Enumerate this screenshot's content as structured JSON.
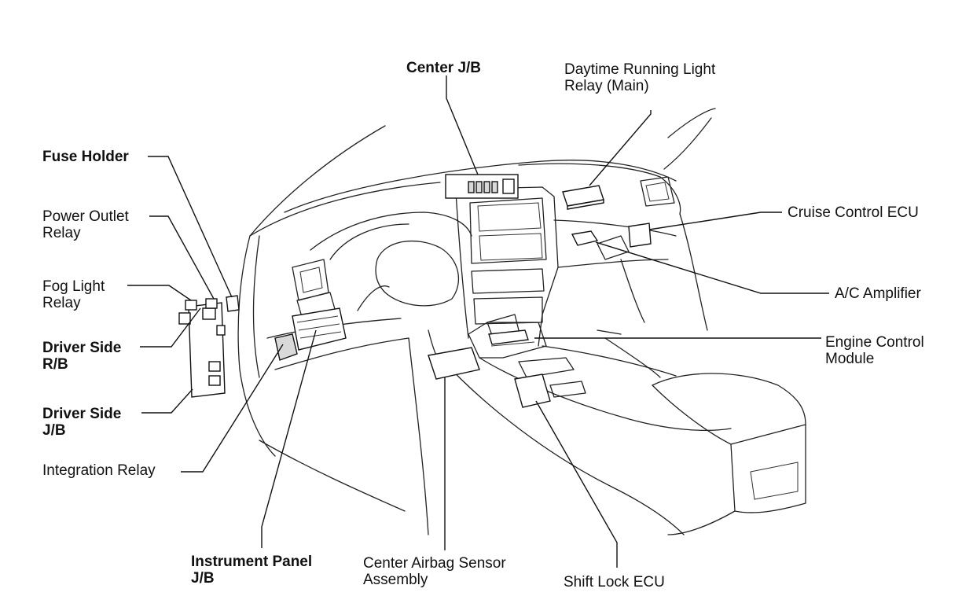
{
  "labels": {
    "center_jb": "Center J/B",
    "drl_relay_1": "Daytime Running Light",
    "drl_relay_2": "Relay (Main)",
    "fuse_holder": "Fuse Holder",
    "power_outlet_1": "Power Outlet",
    "power_outlet_2": "Relay",
    "cruise_ecu": "Cruise Control ECU",
    "fog_light_1": "Fog Light",
    "fog_light_2": "Relay",
    "ac_amp": "A/C Amplifier",
    "driver_rb_1": "Driver Side",
    "driver_rb_2": "R/B",
    "engine_ctrl_1": "Engine Control",
    "engine_ctrl_2": "Module",
    "driver_jb_1": "Driver Side",
    "driver_jb_2": "J/B",
    "integration_relay": "Integration Relay",
    "ip_jb_1": "Instrument Panel",
    "ip_jb_2": "J/B",
    "airbag_1": "Center Airbag Sensor",
    "airbag_2": "Assembly",
    "shift_lock": "Shift Lock ECU"
  }
}
